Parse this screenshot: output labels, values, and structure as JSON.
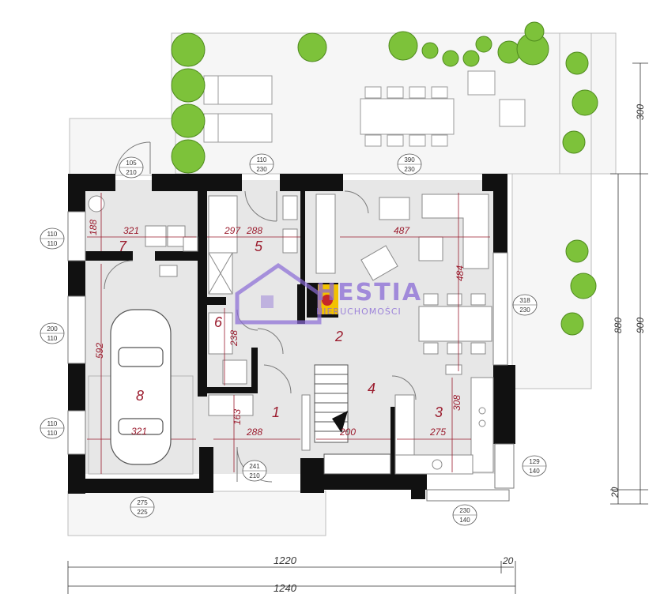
{
  "colors": {
    "wall": "#111111",
    "floor": "#e7e7e7",
    "terrace": "#f6f6f6",
    "furniture": "#ffffff",
    "label": "#9b1c2e",
    "plant": "#7dc23a",
    "logo": "#8a6bd6",
    "fireplace": "#f2c200"
  },
  "logo": {
    "brand": "HESTIA",
    "subtitle": "NIERUCHOMOŚCI"
  },
  "rooms": [
    {
      "number": "1"
    },
    {
      "number": "2"
    },
    {
      "number": "3"
    },
    {
      "number": "4"
    },
    {
      "number": "5"
    },
    {
      "number": "6"
    },
    {
      "number": "7"
    },
    {
      "number": "8"
    }
  ],
  "inner_dimensions": [
    "321",
    "188",
    "297",
    "288",
    "487",
    "484",
    "238",
    "592",
    "321",
    "163",
    "288",
    "200",
    "275",
    "308"
  ],
  "openings": [
    {
      "width": "105",
      "height": "210"
    },
    {
      "width": "110",
      "height": "230"
    },
    {
      "width": "390",
      "height": "230"
    },
    {
      "width": "110",
      "height": "110"
    },
    {
      "width": "318",
      "height": "230"
    },
    {
      "width": "200",
      "height": "110"
    },
    {
      "width": "110",
      "height": "110"
    },
    {
      "width": "241",
      "height": "210"
    },
    {
      "width": "129",
      "height": "140"
    },
    {
      "width": "275",
      "height": "225"
    },
    {
      "width": "230",
      "height": "140"
    }
  ],
  "outer_dimensions": {
    "width_main": "1220",
    "width_offset": "20",
    "width_total": "1240",
    "depth_terrace": "300",
    "depth_main": "900",
    "depth_total": "880",
    "depth_offset": "20"
  },
  "icons": [
    "plant-icon",
    "fireplace-icon",
    "car-icon",
    "house-logo-icon"
  ]
}
